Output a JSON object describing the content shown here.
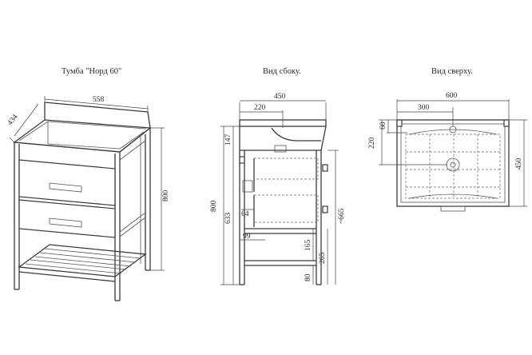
{
  "titles": {
    "view1": "Тумба \"Норд 60\"",
    "view2": "Вид сбоку.",
    "view3": "Вид сверху."
  },
  "iso_dims": {
    "width": "558",
    "depth": "434",
    "height": "800"
  },
  "side_dims": {
    "depth": "450",
    "sink_offset": "220",
    "top_block": "147",
    "total_height": "800",
    "inner_height": "633",
    "drawer_gap": "64",
    "shelf_offset": "99",
    "shelf_to_drawer": "165",
    "shelf_height": "265",
    "leg_height": "80",
    "drawer_depth": "~665"
  },
  "top_dims": {
    "width": "600",
    "center": "300",
    "depth": "450",
    "drain_offset": "220",
    "rim": "60"
  }
}
